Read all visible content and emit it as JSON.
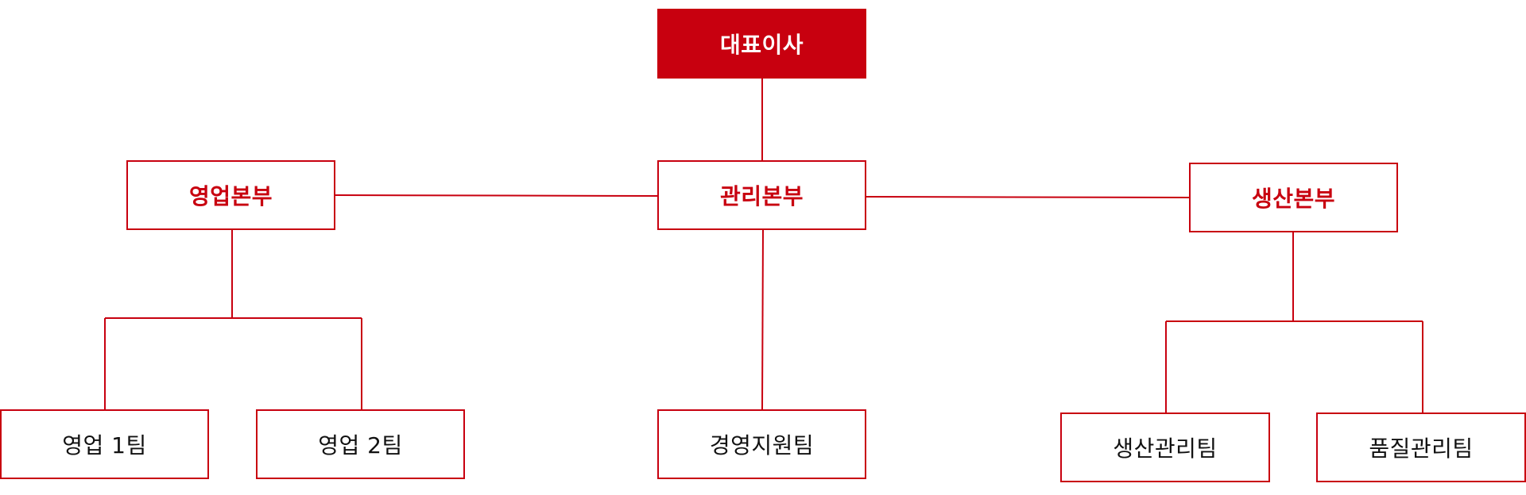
{
  "colors": {
    "accent": "#c8000f",
    "team_text": "#111111",
    "background": "#ffffff"
  },
  "ceo": {
    "label": "대표이사"
  },
  "divisions": {
    "sales": {
      "label": "영업본부",
      "teams": [
        "영업 1팀",
        "영업 2팀"
      ]
    },
    "admin": {
      "label": "관리본부",
      "teams": [
        "경영지원팀"
      ]
    },
    "production": {
      "label": "생산본부",
      "teams": [
        "생산관리팀",
        "품질관리팀"
      ]
    }
  }
}
